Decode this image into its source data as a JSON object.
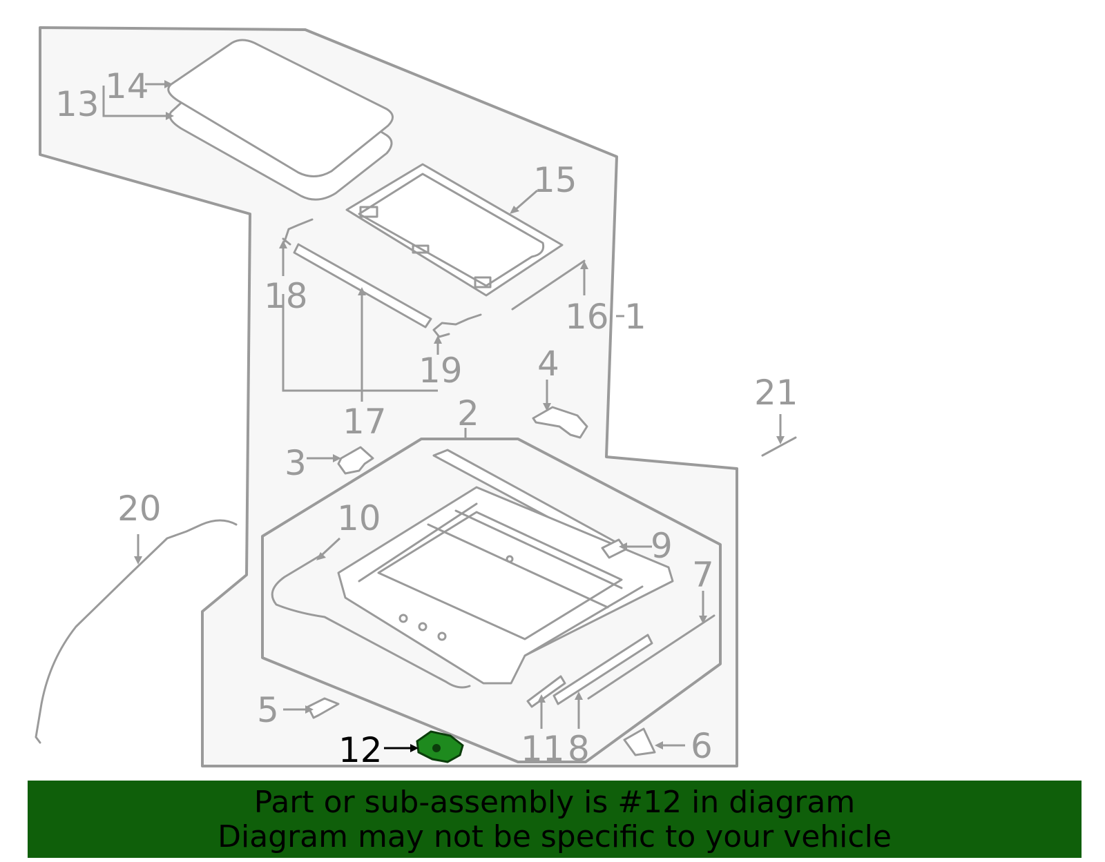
{
  "diagram": {
    "callouts": {
      "c1": "1",
      "c2": "2",
      "c3": "3",
      "c4": "4",
      "c5": "5",
      "c6": "6",
      "c7": "7",
      "c8": "8",
      "c9": "9",
      "c10": "10",
      "c11": "11",
      "c12": "12",
      "c13": "13",
      "c14": "14",
      "c15": "15",
      "c16": "16",
      "c17": "17",
      "c18": "18",
      "c19": "19",
      "c20": "20",
      "c21": "21"
    },
    "highlighted_callout": "12",
    "colors": {
      "line": "#9a9a9a",
      "region_fill": "#f7f7f7",
      "highlight_part": "#1e8a1e",
      "banner": "#0f5f0a"
    }
  },
  "banner": {
    "line1": "Part or sub-assembly is #12 in diagram",
    "line2": "Diagram may not be specific to your vehicle"
  }
}
